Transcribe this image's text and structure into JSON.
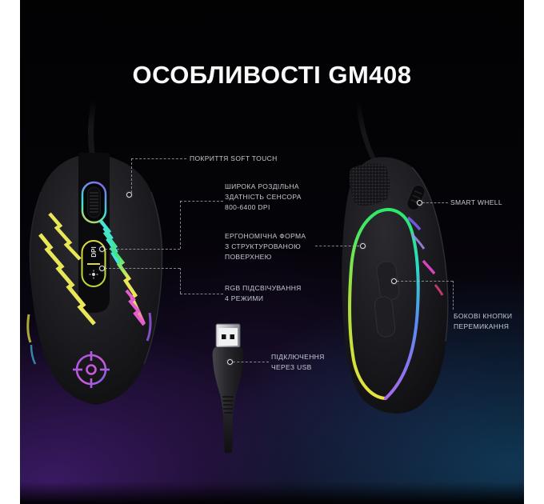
{
  "title": "ОСОБЛИВОСТІ GM408",
  "callouts": {
    "soft_touch": {
      "line1": "ПОКРИТТЯ SOFT TOUCH"
    },
    "sensor_dpi": {
      "line1": "ШИРОКА РОЗДІЛЬНА",
      "line2": "ЗДАТНІСТЬ СЕНСОРА",
      "line3": "800-6400 DPI"
    },
    "ergonomic": {
      "line1": "ЕРГОНОМІЧНА ФОРМА",
      "line2": "З СТРУКТУРОВАНОЮ",
      "line3": "ПОВЕРХНЕЮ"
    },
    "rgb_modes": {
      "line1": "RGB ПІДСВІЧУВАННЯ",
      "line2": "4 РЕЖИМИ"
    },
    "usb": {
      "line1": "ПІДКЛЮЧЕННЯ",
      "line2": "ЧЕРЕЗ USB"
    },
    "smart_wheel": {
      "line1": "SMART WHELL"
    },
    "side_buttons": {
      "line1": "БОКОВІ КНОПКИ",
      "line2": "ПЕРЕМИКАННЯ"
    }
  },
  "mouse": {
    "model": "GM408",
    "dpi_button_label": "DPI"
  },
  "colors": {
    "background_top": "#020203",
    "glow_purple": "#3a1a66",
    "glow_blue": "#0e4a6e",
    "title_text": "#fafafa",
    "label_text": "#c6cad2",
    "connector_line": "#b0b5c0",
    "rgb_yellow": "#e9e657",
    "rgb_cyan": "#45e2e9",
    "rgb_green": "#3ee87a",
    "rgb_magenta": "#e55bd0",
    "rgb_purple": "#8a5ff0"
  }
}
